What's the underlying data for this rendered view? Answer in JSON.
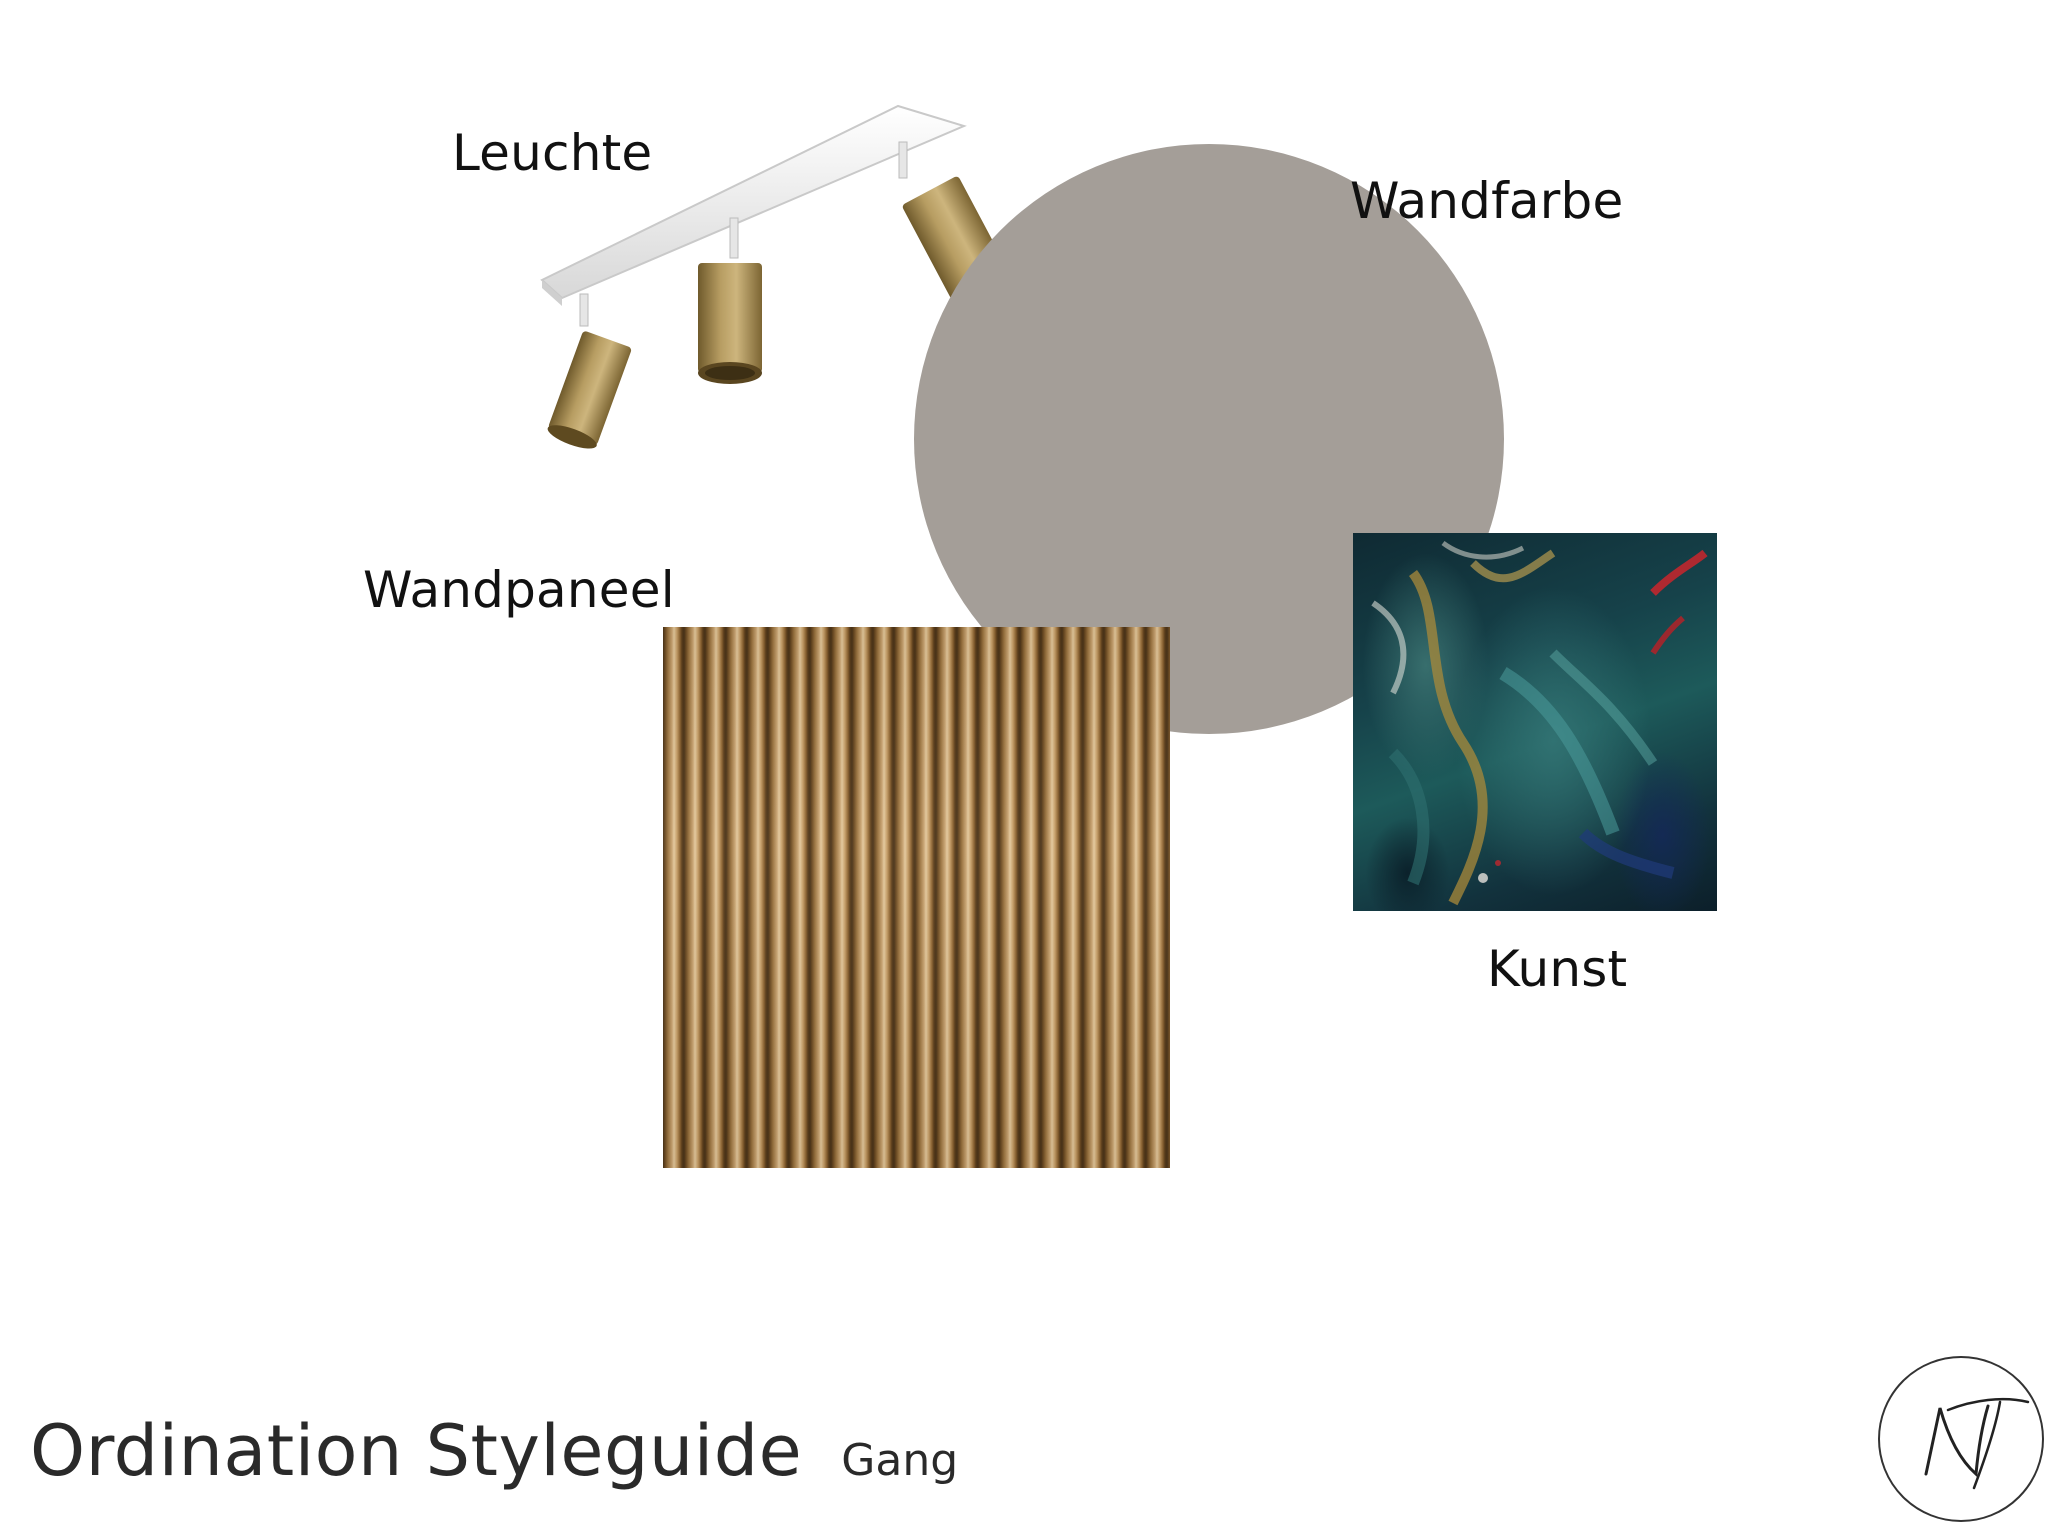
{
  "page": {
    "title": "Ordination Styleguide",
    "subtitle": "Gang"
  },
  "items": {
    "leuchte": "Leuchte",
    "wandfarbe": "Wandfarbe",
    "wandpaneel": "Wandpaneel",
    "kunst": "Kunst"
  },
  "colors": {
    "paint": "#a49e98",
    "brass": "#a8915a",
    "panel_wood": "#c9a472",
    "background": "#ffffff"
  },
  "logo": {
    "monogram": "NT"
  }
}
